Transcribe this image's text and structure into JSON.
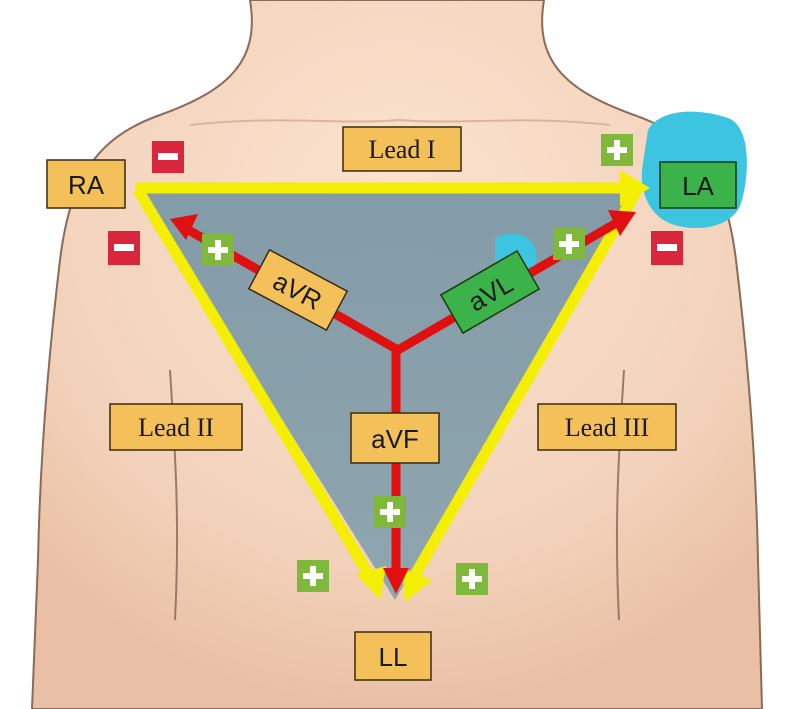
{
  "colors": {
    "label_box": "#f3c05a",
    "label_box_green": "#3cb24a",
    "plus_box": "#7fb83a",
    "minus_box": "#d9263c",
    "triangle_fill": "#7f9aa6",
    "einthoven_arrow": "#f4ef00",
    "augmented_arrow": "#e01010",
    "highlight_cyan": "#3cc4e0",
    "skin": "#f6d9c2"
  },
  "labels": {
    "ra": "RA",
    "la": "LA",
    "ll": "LL",
    "lead_i": "Lead I",
    "lead_ii": "Lead II",
    "lead_iii": "Lead III",
    "avr": "aVR",
    "avl": "aVL",
    "avf": "aVF"
  },
  "signs": {
    "plus": "+",
    "minus": "−"
  }
}
